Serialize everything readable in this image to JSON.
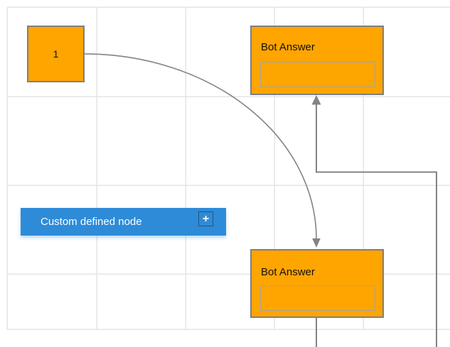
{
  "diagram": {
    "nodes": {
      "start": {
        "label": "1",
        "shape": "square",
        "fill": "#FFA500"
      },
      "bot_answer_top": {
        "title": "Bot Answer",
        "fill": "#FFA500",
        "has_text_field": true
      },
      "bot_answer_bottom": {
        "title": "Bot Answer",
        "fill": "#FFA500",
        "has_text_field": true
      },
      "custom": {
        "label": "Custom defined node",
        "fill": "#2E8BD8",
        "add_button_glyph": "+"
      }
    },
    "connectors": [
      {
        "type": "curve",
        "from": "start",
        "to": "bot_answer_bottom",
        "arrow": "down"
      },
      {
        "type": "elbow",
        "from": "offscreen-bottom",
        "to": "bot_answer_top",
        "arrow": "up"
      },
      {
        "type": "line",
        "from": "bot_answer_bottom",
        "to": "offscreen-bottom"
      }
    ],
    "colors": {
      "node_orange": "#FFA500",
      "node_blue": "#2E8BD8",
      "node_border": "#7f7f7f",
      "field_border": "#a3a3a3",
      "connector_gray": "#838383",
      "grid_line": "#e4e4e4",
      "text_dark": "#111111",
      "text_light": "#ffffff"
    },
    "icons": {
      "add": "plus-icon"
    }
  }
}
